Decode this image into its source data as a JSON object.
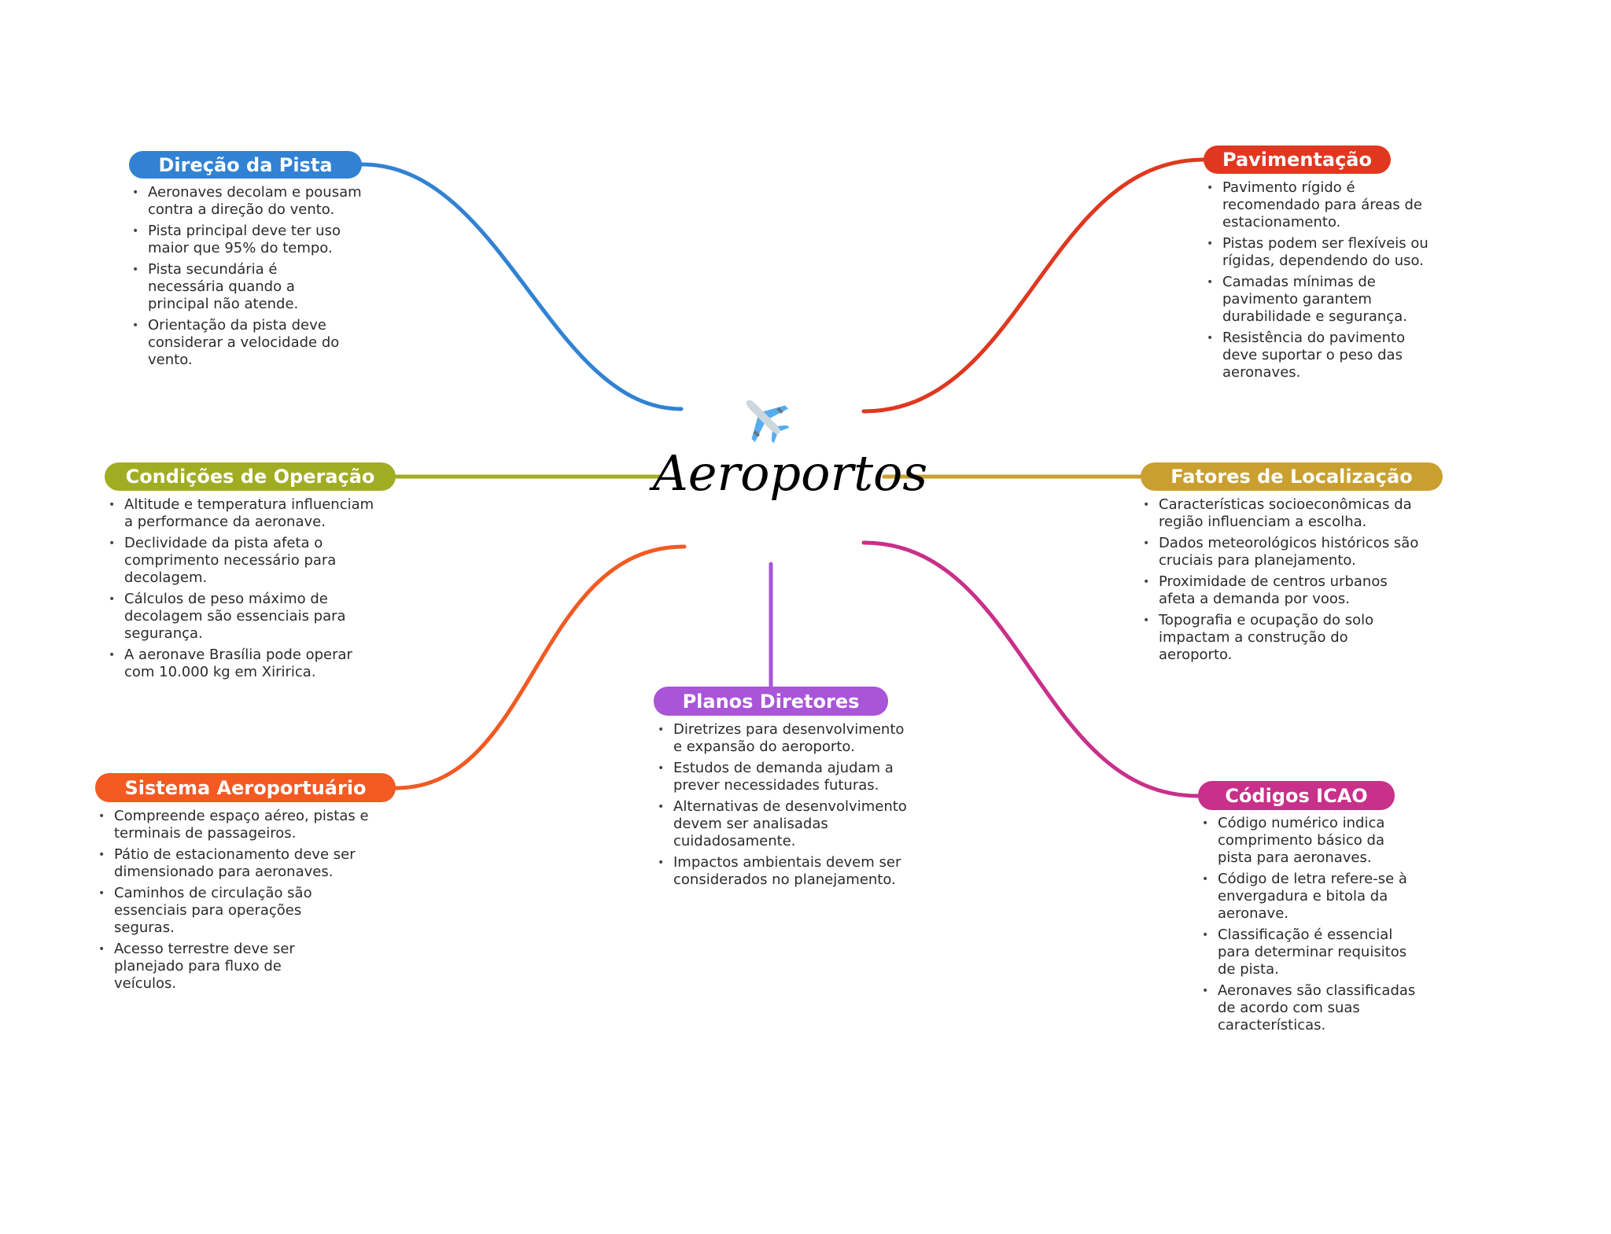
{
  "central": {
    "title": "Aeroportos",
    "icon": "airplane-icon"
  },
  "colors": {
    "direcao": "#3182d3",
    "pavimentacao": "#e0381f",
    "condicoes": "#a0ad23",
    "fatores": "#c9a030",
    "sistema": "#f25a22",
    "planos": "#a855d8",
    "codigos": "#c8308a"
  },
  "branches": {
    "direcao": {
      "title": "Direção da Pista",
      "items": [
        "Aeronaves decolam e pousam contra a direção do vento.",
        "Pista principal deve ter uso maior que 95% do tempo.",
        "Pista secundária é necessária quando a principal não atende.",
        "Orientação da pista deve considerar a velocidade do vento."
      ]
    },
    "pavimentacao": {
      "title": "Pavimentação",
      "items": [
        "Pavimento rígido é recomendado para áreas de estacionamento.",
        "Pistas podem ser flexíveis ou rígidas, dependendo do uso.",
        "Camadas mínimas de pavimento garantem durabilidade e segurança.",
        "Resistência do pavimento deve suportar o peso das aeronaves."
      ]
    },
    "condicoes": {
      "title": "Condições de Operação",
      "items": [
        "Altitude e temperatura influenciam a performance da aeronave.",
        "Declividade da pista afeta o comprimento necessário para decolagem.",
        "Cálculos de peso máximo de decolagem são essenciais para segurança.",
        "A aeronave Brasília pode operar com 10.000 kg em Xiririca."
      ]
    },
    "fatores": {
      "title": "Fatores de Localização",
      "items": [
        "Características socioeconômicas da região influenciam a escolha.",
        "Dados meteorológicos históricos são cruciais para planejamento.",
        "Proximidade de centros urbanos afeta a demanda por voos.",
        "Topografia e ocupação do solo impactam a construção do aeroporto."
      ]
    },
    "sistema": {
      "title": "Sistema Aeroportuário",
      "items": [
        "Compreende espaço aéreo, pistas e terminais de passageiros.",
        "Pátio de estacionamento deve ser dimensionado para aeronaves.",
        "Caminhos de circulação são essenciais para operações seguras.",
        "Acesso terrestre deve ser planejado para fluxo de veículos."
      ]
    },
    "planos": {
      "title": "Planos Diretores",
      "items": [
        "Diretrizes para desenvolvimento e expansão do aeroporto.",
        "Estudos de demanda ajudam a prever necessidades futuras.",
        "Alternativas de desenvolvimento devem ser analisadas cuidadosamente.",
        "Impactos ambientais devem ser considerados no planejamento."
      ]
    },
    "codigos": {
      "title": "Códigos ICAO",
      "items": [
        "Código numérico indica comprimento básico da pista para aeronaves.",
        "Código de letra refere-se à envergadura e bitola da aeronave.",
        "Classificação é essencial para determinar requisitos de pista.",
        "Aeronaves são classificadas de acordo com suas características."
      ]
    }
  }
}
